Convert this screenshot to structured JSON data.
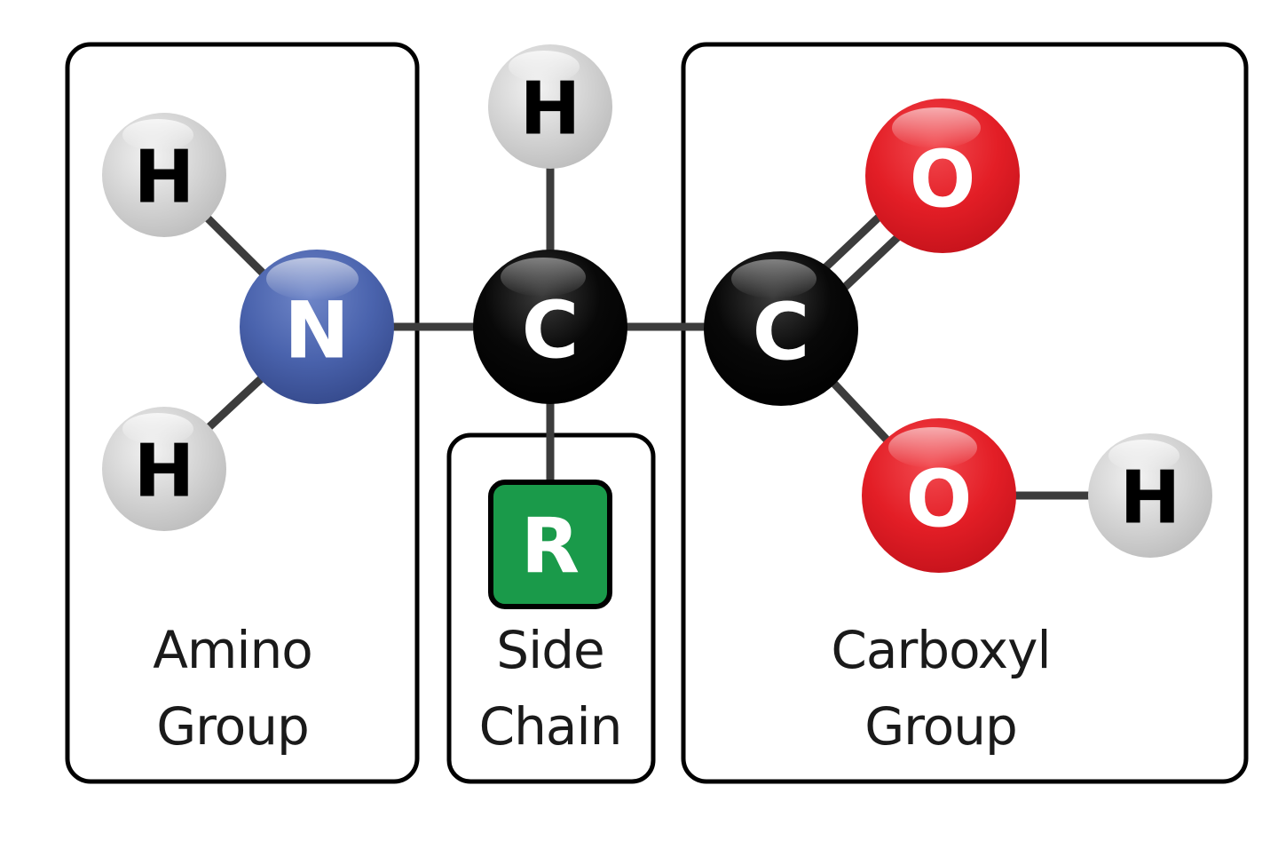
{
  "colors": {
    "hydrogen": "#d4d4d4",
    "nitrogen": "#4a63ad",
    "carbon": "#000000",
    "oxygen": "#e31e26",
    "side_chain": "#1a9a4a",
    "bond": "#3c3c3c",
    "box_outline": "#000000"
  },
  "atoms": {
    "h_amino_top": "H",
    "h_amino_bottom": "H",
    "nitrogen": "N",
    "h_alpha": "H",
    "c_alpha": "C",
    "side_chain": "R",
    "c_carboxyl": "C",
    "o_double": "O",
    "o_hydroxyl": "O",
    "h_hydroxyl": "H"
  },
  "groups": {
    "amino": {
      "line1": "Amino",
      "line2": "Group"
    },
    "side_chain": {
      "line1": "Side",
      "line2": "Chain"
    },
    "carboxyl": {
      "line1": "Carboxyl",
      "line2": "Group"
    }
  }
}
